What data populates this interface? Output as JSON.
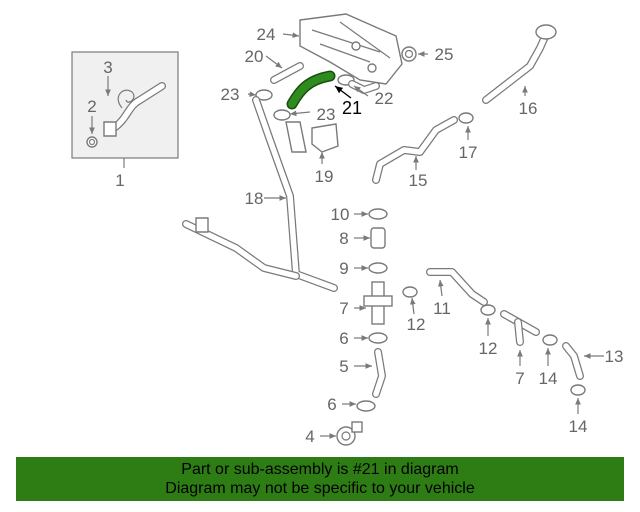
{
  "diagram": {
    "labels": {
      "p1": "1",
      "p2": "2",
      "p3": "3",
      "p4": "4",
      "p5": "5",
      "p6a": "6",
      "p6b": "6",
      "p7a": "7",
      "p7b": "7",
      "p8": "8",
      "p9": "9",
      "p10": "10",
      "p11": "11",
      "p12a": "12",
      "p12b": "12",
      "p13": "13",
      "p14a": "14",
      "p14b": "14",
      "p15": "15",
      "p16": "16",
      "p17": "17",
      "p18": "18",
      "p19": "19",
      "p20": "20",
      "p21": "21",
      "p22": "22",
      "p23a": "23",
      "p23b": "23",
      "p24": "24",
      "p25": "25"
    },
    "highlight_color": "#2e8b1e"
  },
  "banner": {
    "line1": "Part or sub-assembly is #21 in diagram",
    "line2": "Diagram may not be specific to your vehicle",
    "color": "#2e7d14"
  }
}
